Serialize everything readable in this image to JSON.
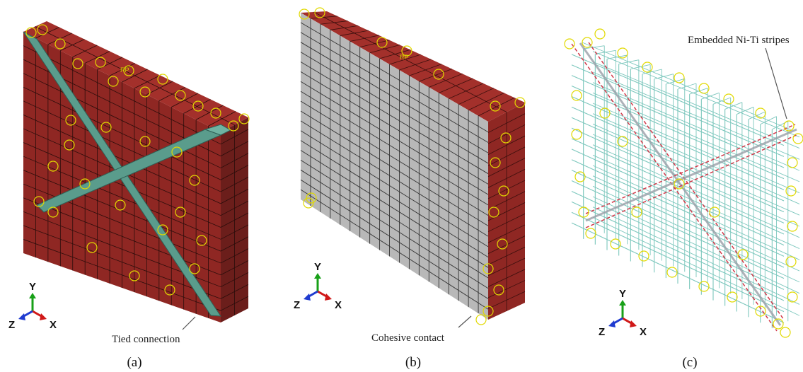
{
  "panels": [
    {
      "caption": "(a)",
      "annotation": "Tied connection",
      "ref_tag": "RP"
    },
    {
      "caption": "(b)",
      "annotation": "Cohesive contact",
      "ref_tag": "RP"
    },
    {
      "caption": "(c)",
      "annotation": "Embedded Ni-Ti stripes"
    }
  ],
  "axes_labels": {
    "y": "Y",
    "z": "Z",
    "x": "X"
  },
  "colors": {
    "matrix_red": "#8f2723",
    "stripe_teal": "#5a9c8c",
    "plate_gray": "#b8b8b8",
    "mesh_wire": "#7cc7bd",
    "embedded_red": "#d23a4a",
    "marker_yellow": "#e1d900",
    "axis_green": "#18a018",
    "axis_blue": "#1f3bd0",
    "axis_red": "#d01818"
  }
}
